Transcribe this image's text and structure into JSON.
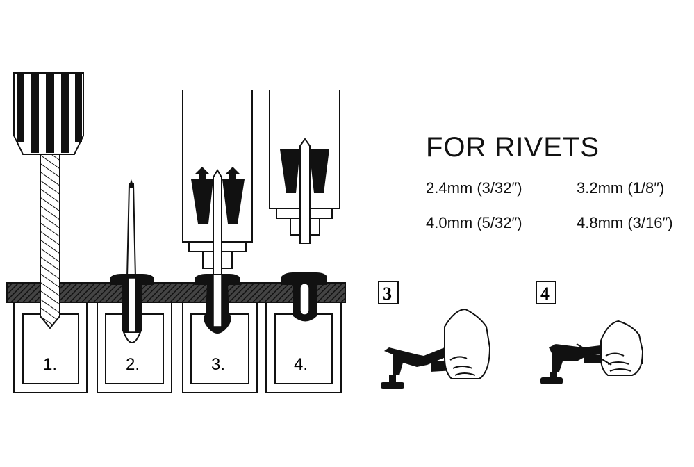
{
  "heading": "FOR RIVETS",
  "sizes": [
    "2.4mm (3/32″)",
    "3.2mm (1/8″)",
    "4.0mm (5/32″)",
    "4.8mm (3/16″)"
  ],
  "steps": [
    "1.",
    "2.",
    "3.",
    "4."
  ],
  "tool_steps": [
    "3",
    "4"
  ]
}
